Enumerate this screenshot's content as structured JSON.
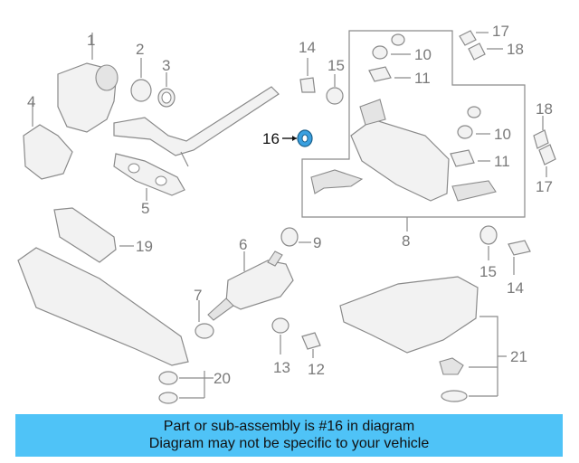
{
  "diagram": {
    "labels": {
      "p1": "1",
      "p2": "2",
      "p3": "3",
      "p4": "4",
      "p5": "5",
      "p6": "6",
      "p7": "7",
      "p8": "8",
      "p9": "9",
      "p10a": "10",
      "p10b": "10",
      "p11a": "11",
      "p11b": "11",
      "p12": "12",
      "p13": "13",
      "p14a": "14",
      "p14b": "14",
      "p15a": "15",
      "p15b": "15",
      "p16": "16",
      "p17a": "17",
      "p17b": "17",
      "p18a": "18",
      "p18b": "18",
      "p19": "19",
      "p20": "20",
      "p21": "21"
    },
    "highlight_color": "#3aa0e0"
  },
  "caption": {
    "line1": "Part or sub-assembly is #16 in diagram",
    "line2": "Diagram may not be specific to your vehicle",
    "background": "#4fc3f7"
  }
}
